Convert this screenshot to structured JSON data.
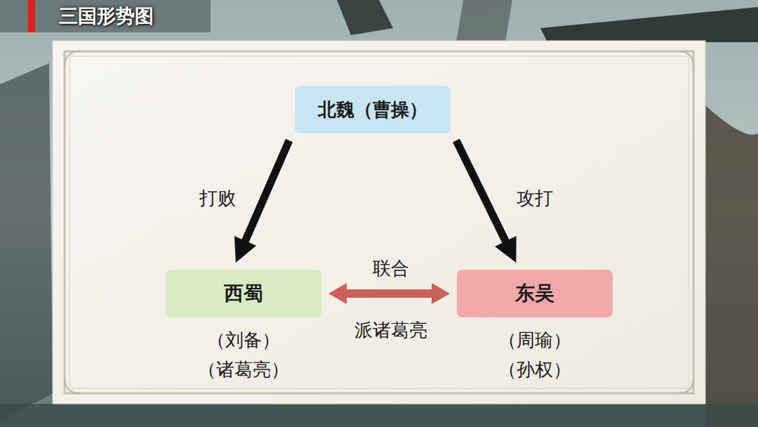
{
  "diagram": {
    "title": "三国形势图",
    "nodes": [
      {
        "text": [
          "北魏（曹操）"
        ]
      },
      {
        "text": [
          "西蜀"
        ]
      },
      {
        "text": [
          "东吴"
        ]
      }
    ],
    "edges": [
      {
        "from": 0,
        "to": 1,
        "label": "打败",
        "arrow": "to"
      },
      {
        "from": 0,
        "to": 2,
        "label": "攻打",
        "arrow": "to"
      },
      {
        "from": 1,
        "to": 2,
        "label": "联合",
        "arrow": "both"
      }
    ],
    "labels": [
      "（刘备）",
      "（诸葛亮）",
      "（周瑜）",
      "（孙权）",
      "派诸葛亮"
    ]
  }
}
